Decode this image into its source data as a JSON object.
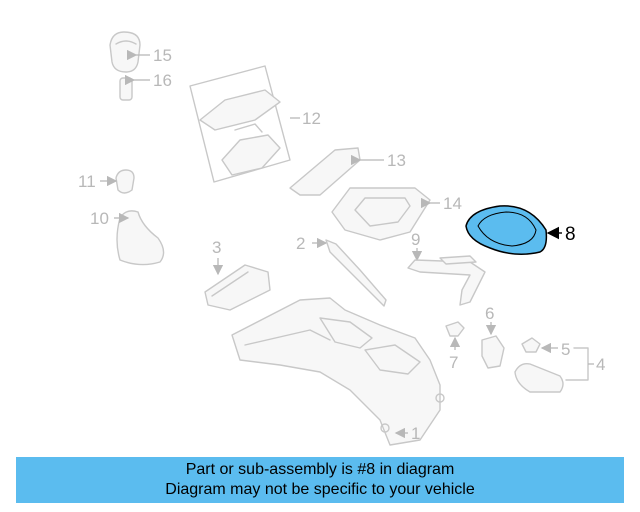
{
  "diagram": {
    "callouts": {
      "c1": "1",
      "c2": "2",
      "c3": "3",
      "c4": "4",
      "c5": "5",
      "c6": "6",
      "c7": "7",
      "c8": "8",
      "c9": "9",
      "c10": "10",
      "c11": "11",
      "c12": "12",
      "c13": "13",
      "c14": "14",
      "c15": "15",
      "c16": "16"
    },
    "highlight_color": "#5bbcef"
  },
  "banner": {
    "line1": "Part or sub-assembly is #8 in diagram",
    "line2": "Diagram may not be specific to your vehicle"
  }
}
